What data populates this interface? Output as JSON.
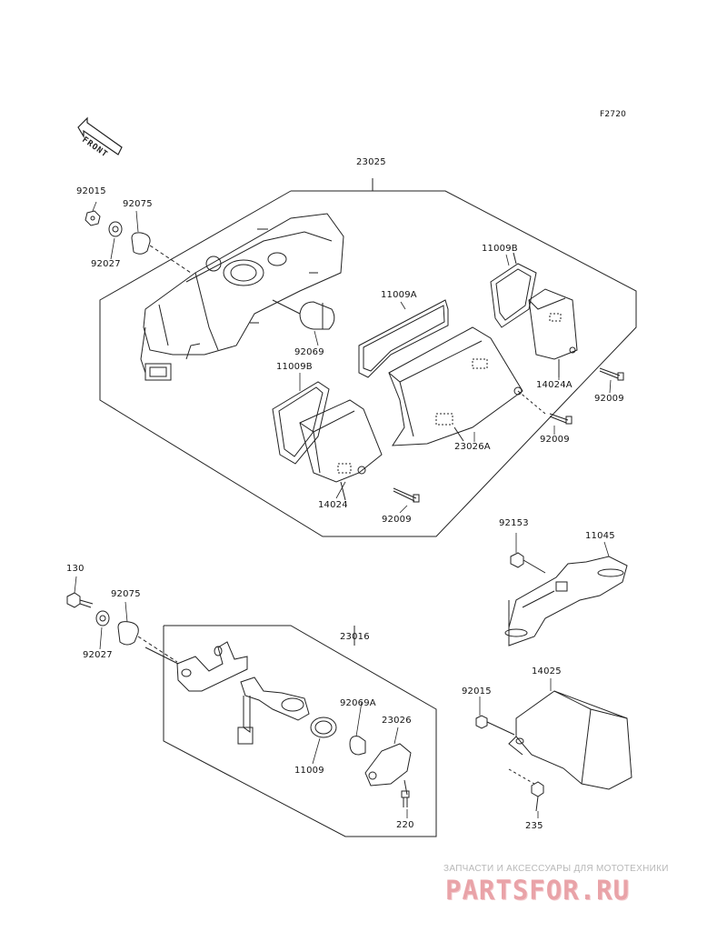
{
  "figure_id": "F2720",
  "front_label": "FRONT",
  "callouts": {
    "p23025": "23025",
    "p92015_top": "92015",
    "p92075_top": "92075",
    "p92027_top": "92027",
    "p11009B_right": "11009B",
    "p11009A": "11009A",
    "p92069": "92069",
    "p11009B_left": "11009B",
    "p14024A": "14024A",
    "p92009_a": "92009",
    "p92009_b": "92009",
    "p23026A": "23026A",
    "p14024": "14024",
    "p92009_c": "92009",
    "p92153": "92153",
    "p11045": "11045",
    "p130": "130",
    "p92075_bottom": "92075",
    "p92027_bottom": "92027",
    "p23016": "23016",
    "p92069A": "92069A",
    "p23026": "23026",
    "p11009": "11009",
    "p220": "220",
    "p14025": "14025",
    "p92015_bottom": "92015",
    "p235": "235"
  },
  "watermark": {
    "subtitle": "ЗАПЧАСТИ И АКСЕССУАРЫ ДЛЯ МОТОТЕХНИКИ",
    "brand": "PARTSFOR.RU"
  }
}
